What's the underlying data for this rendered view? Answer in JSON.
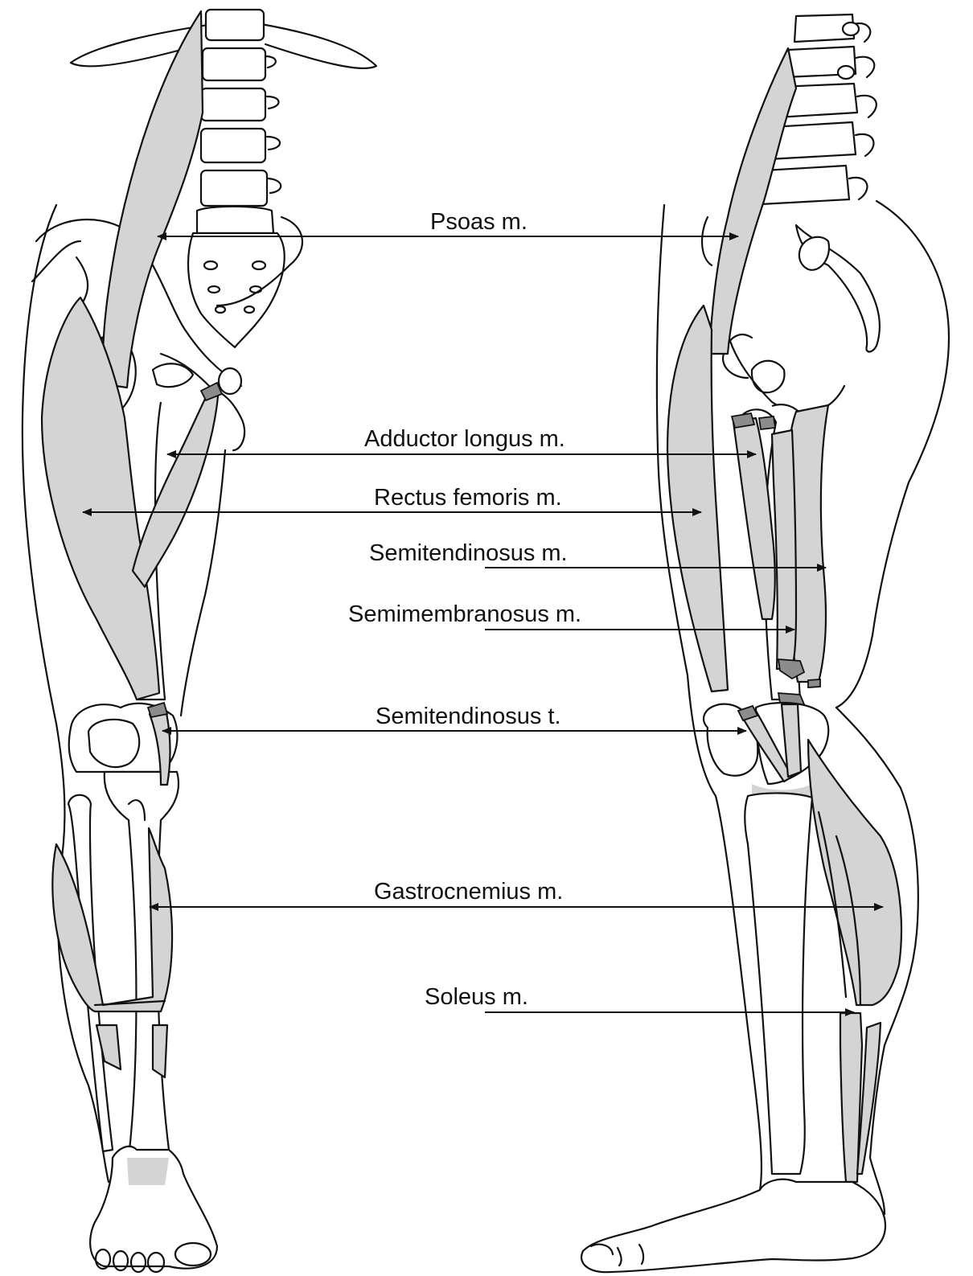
{
  "labels": {
    "psoas": "Psoas m.",
    "adductor_longus": "Adductor longus m.",
    "rectus_femoris": "Rectus femoris m.",
    "semitendinosus_m": "Semitendinosus m.",
    "semimembranosus": "Semimembranosus m.",
    "semitendinosus_t": "Semitendinosus t.",
    "gastrocnemius": "Gastrocnemius m.",
    "soleus": "Soleus m."
  },
  "colors": {
    "muscle_fill": "#d4d4d4",
    "tendon_fill": "#8c8c8c",
    "outline": "#111111",
    "background": "#ffffff"
  }
}
